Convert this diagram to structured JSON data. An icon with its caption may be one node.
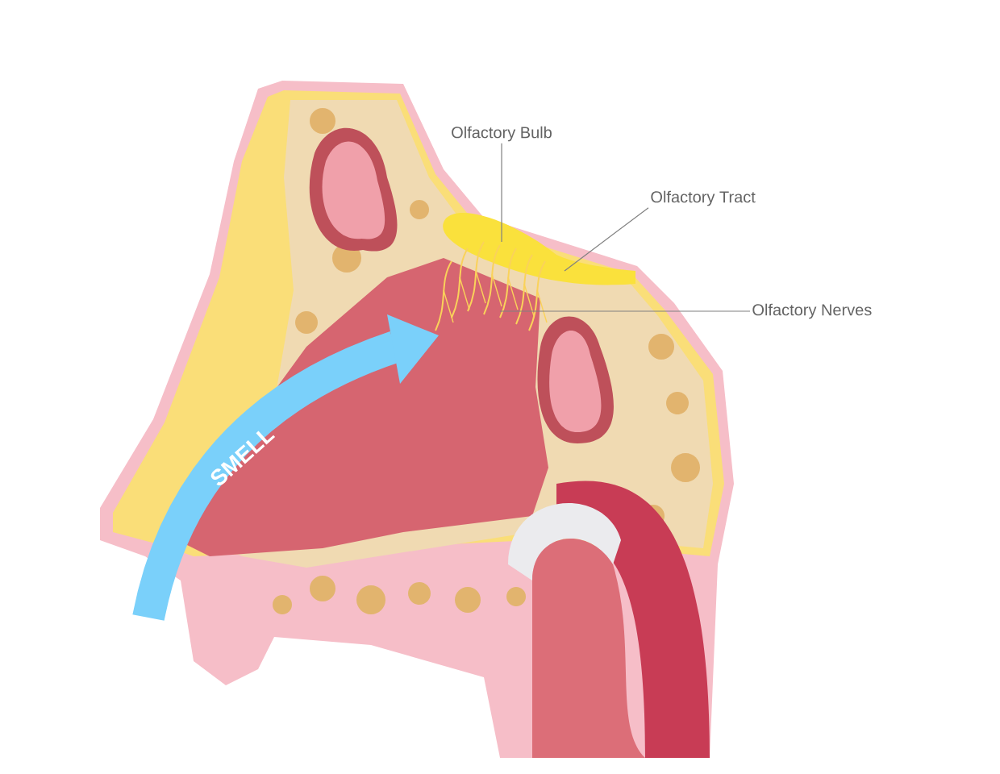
{
  "diagram": {
    "nodes": [
      {
        "text": [
          "Olfactory Bulb"
        ]
      },
      {
        "text": [
          "Olfactory Tract"
        ]
      },
      {
        "text": [
          "Olfactory Nerves"
        ]
      }
    ],
    "edges": [
      {
        "from": 0,
        "to": null,
        "arrow": "none"
      },
      {
        "from": 1,
        "to": null,
        "arrow": "none"
      },
      {
        "from": 2,
        "to": null,
        "arrow": "none"
      }
    ],
    "labels": [
      "SMELL"
    ]
  }
}
